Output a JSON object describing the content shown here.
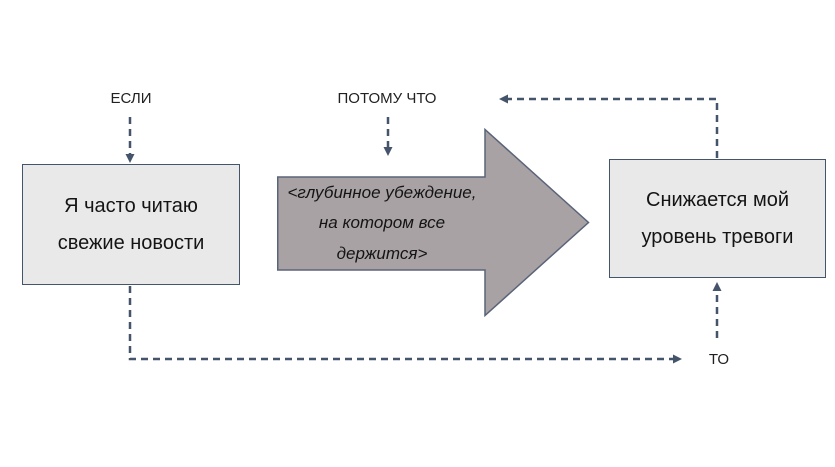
{
  "diagram": {
    "labels": {
      "if": "ЕСЛИ",
      "because": "ПОТОМУ ЧТО",
      "then": "ТО"
    },
    "nodes": {
      "left_box": "Я часто читаю свежие новости",
      "belief_arrow": "<глубинное убеждение, на котором все держится>",
      "right_box": "Снижается мой уровень тревоги"
    },
    "colors": {
      "background": "#ffffff",
      "box_fill": "#e9e9e9",
      "box_border": "#44546a",
      "arrow_fill": "#a8a2a4",
      "arrow_border": "#5a6478",
      "connector": "#44546a",
      "text": "#141414"
    }
  }
}
